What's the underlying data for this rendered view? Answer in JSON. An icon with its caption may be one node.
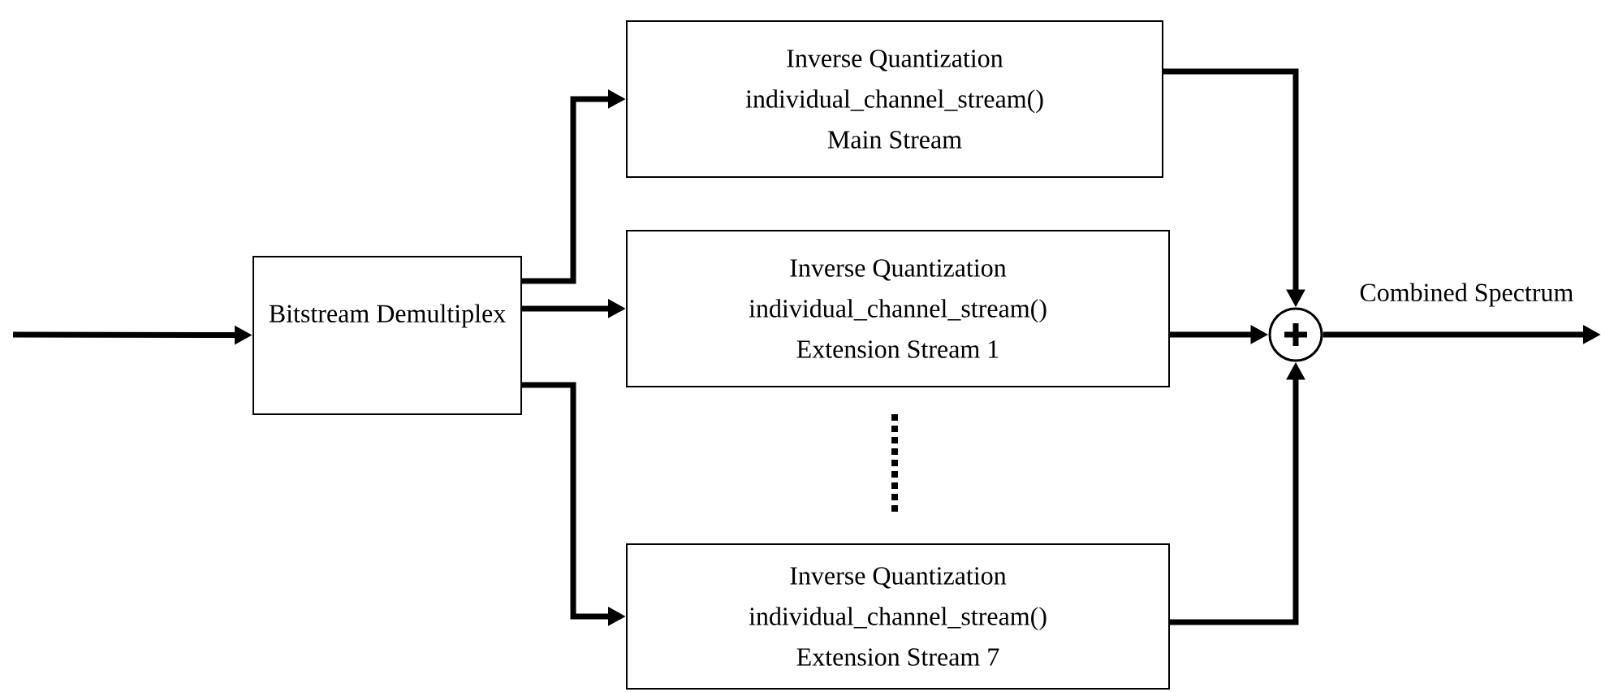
{
  "diagram": {
    "nodes": [
      {
        "text": [
          "Bitstream Demultiplex"
        ]
      },
      {
        "text": [
          "Inverse Quantization",
          "individual_channel_stream()",
          "Main Stream"
        ]
      },
      {
        "text": [
          "Inverse Quantization",
          "individual_channel_stream()",
          "Extension Stream 1"
        ]
      },
      {
        "text": [
          "Inverse Quantization",
          "individual_channel_stream()",
          "Extension Stream 7"
        ]
      },
      {
        "text": [],
        "shape": "circle"
      }
    ],
    "edges": [
      {
        "from": null,
        "to": 0,
        "arrow": "to"
      },
      {
        "from": 0,
        "to": 1,
        "arrow": "to"
      },
      {
        "from": 0,
        "to": 2,
        "arrow": "to"
      },
      {
        "from": 0,
        "to": 3,
        "arrow": "to"
      },
      {
        "from": 1,
        "to": 4,
        "arrow": "to"
      },
      {
        "from": 2,
        "to": 4,
        "arrow": "to"
      },
      {
        "from": 3,
        "to": 4,
        "arrow": "to"
      },
      {
        "from": 4,
        "to": null,
        "arrow": "to",
        "label": "Combined Spectrum"
      }
    ]
  }
}
